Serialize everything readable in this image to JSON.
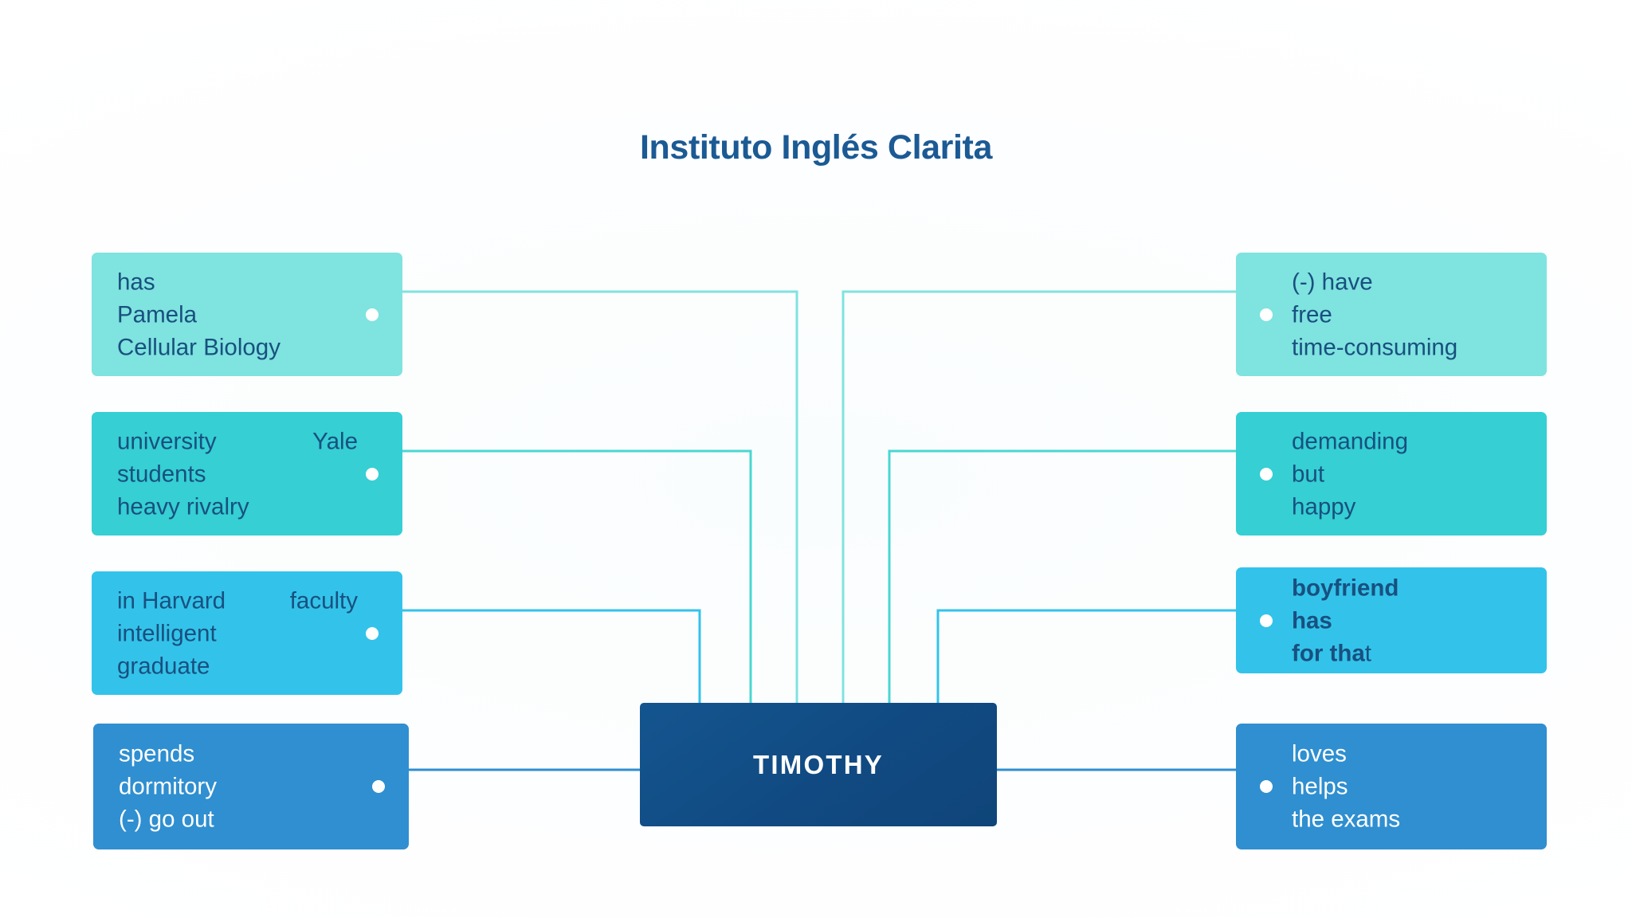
{
  "title": "Instituto Inglés Clarita",
  "center": {
    "label": "TIMOTHY",
    "color": "#12528B"
  },
  "left_nodes": [
    {
      "id": "has-pamela-cellular-biology",
      "color": "#7FE3DF",
      "text_color": "#18507F",
      "bold": false,
      "rows": [
        {
          "main": "has",
          "secondary": ""
        },
        {
          "main": "Pamela",
          "secondary": ""
        },
        {
          "main": "Cellular Biology",
          "secondary": ""
        }
      ]
    },
    {
      "id": "university-yale-students",
      "color": "#35CFD4",
      "text_color": "#18507F",
      "bold": false,
      "rows": [
        {
          "main": "university",
          "secondary": "Yale"
        },
        {
          "main": "students",
          "secondary": ""
        },
        {
          "main": "heavy rivalry",
          "secondary": ""
        }
      ]
    },
    {
      "id": "in-harvard-faculty",
      "color": "#33C3EA",
      "text_color": "#18507F",
      "bold": false,
      "rows": [
        {
          "main": "in Harvard",
          "secondary": "faculty"
        },
        {
          "main": "intelligent",
          "secondary": ""
        },
        {
          "main": "graduate",
          "secondary": ""
        }
      ]
    },
    {
      "id": "spends-dormitory-go-out",
      "color": "#2F8FD0",
      "text_color": "#ffffff",
      "bold": false,
      "rows": [
        {
          "main": "spends",
          "secondary": ""
        },
        {
          "main": "dormitory",
          "secondary": ""
        },
        {
          "main": "(-) go out",
          "secondary": ""
        }
      ]
    }
  ],
  "right_nodes": [
    {
      "id": "have-free-time-consuming",
      "color": "#7FE3DF",
      "text_color": "#18507F",
      "bold": false,
      "rows": [
        {
          "main": "(-) have",
          "secondary": ""
        },
        {
          "main": "free",
          "secondary": ""
        },
        {
          "main": "time-consuming",
          "secondary": ""
        }
      ]
    },
    {
      "id": "demanding-but-happy",
      "color": "#35CFD4",
      "text_color": "#18507F",
      "bold": false,
      "rows": [
        {
          "main": "demanding",
          "secondary": ""
        },
        {
          "main": "but",
          "secondary": ""
        },
        {
          "main": "happy",
          "secondary": ""
        }
      ]
    },
    {
      "id": "boyfriend-has-for-that",
      "color": "#33C3EA",
      "text_color": "#18507F",
      "bold": true,
      "rows": [
        {
          "main": "boyfriend",
          "secondary": ""
        },
        {
          "main": "has",
          "secondary": ""
        },
        {
          "main": "for tha",
          "tail": "t",
          "secondary": ""
        }
      ]
    },
    {
      "id": "loves-helps-the-exams",
      "color": "#2F8FD0",
      "text_color": "#ffffff",
      "bold": false,
      "rows": [
        {
          "main": "loves",
          "secondary": ""
        },
        {
          "main": "helps",
          "secondary": ""
        },
        {
          "main": "the exams",
          "secondary": ""
        }
      ]
    }
  ],
  "connectors": {
    "colors": [
      "#7FE3DF",
      "#35CFD4",
      "#33C3EA",
      "#2F8FD0"
    ],
    "stroke_width": 3
  }
}
